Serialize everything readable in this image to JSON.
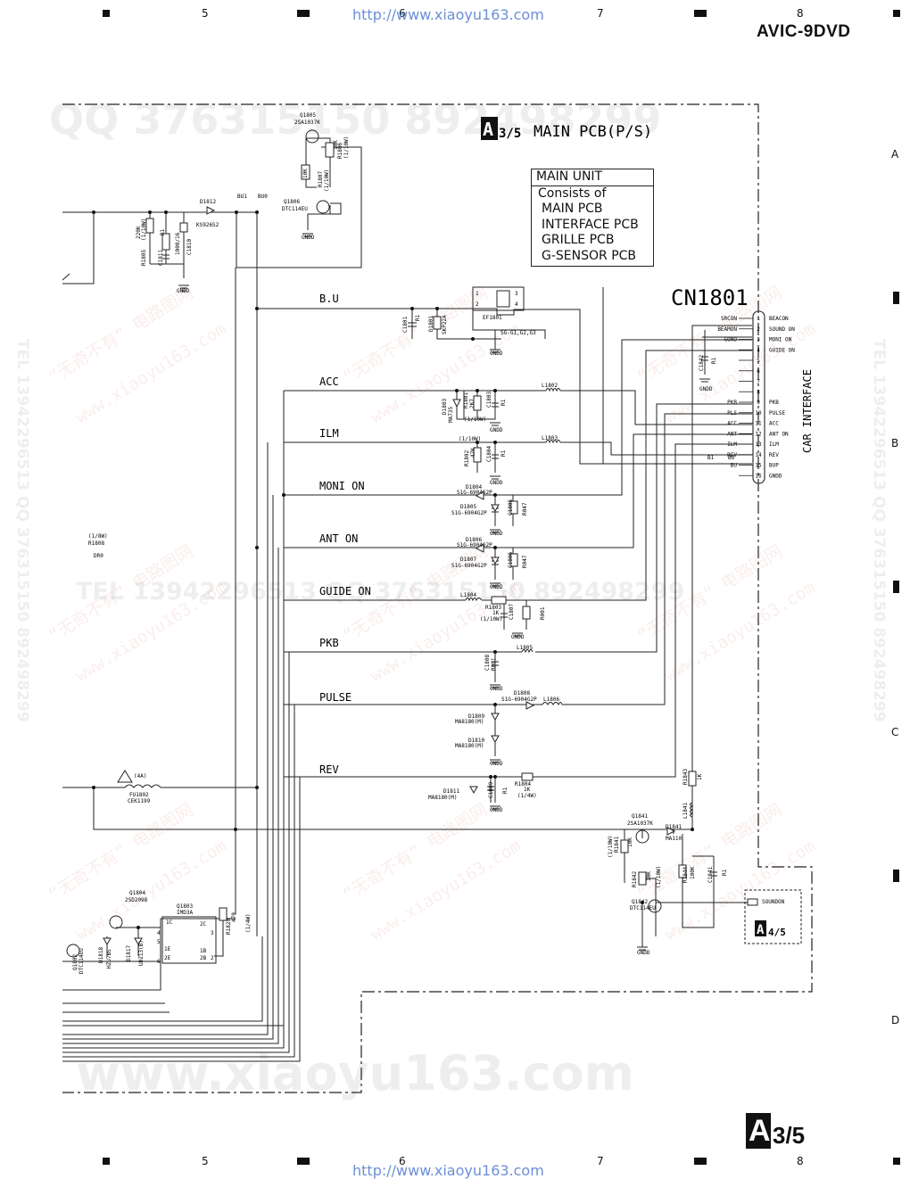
{
  "header": {
    "columns": [
      "5",
      "6",
      "7",
      "8"
    ],
    "url": "http://www.xiaoyu163.com",
    "model": "AVIC-9DVD"
  },
  "rows": [
    "A",
    "B",
    "C",
    "D"
  ],
  "block": {
    "badge": "A",
    "fraction": "3/5",
    "title": "MAIN PCB(P/S)"
  },
  "unit_box": {
    "heading": "MAIN UNIT",
    "consists": "Consists of",
    "items": [
      "MAIN PCB",
      "INTERFACE PCB",
      "GRILLE PCB",
      "G-SENSOR PCB"
    ]
  },
  "connector": {
    "ref": "CN1801",
    "side_label": "CAR INTERFACE",
    "pins": [
      {
        "num": "1",
        "name": "BEACON",
        "net": "SRCON"
      },
      {
        "num": "2",
        "name": "SOUND ON",
        "net": "BEAMON"
      },
      {
        "num": "3",
        "name": "MONI ON",
        "net": "GONO"
      },
      {
        "num": "4",
        "name": "GUIDE ON",
        "net": ""
      },
      {
        "num": "5",
        "name": "",
        "net": ""
      },
      {
        "num": "6",
        "name": "",
        "net": ""
      },
      {
        "num": "7",
        "name": "",
        "net": ""
      },
      {
        "num": "8",
        "name": "",
        "net": ""
      },
      {
        "num": "9",
        "name": "PKB",
        "net": "PKB"
      },
      {
        "num": "10",
        "name": "PULSE",
        "net": "PLS"
      },
      {
        "num": "11",
        "name": "ACC",
        "net": "ACC"
      },
      {
        "num": "12",
        "name": "ANT ON",
        "net": "ANT"
      },
      {
        "num": "13",
        "name": "ILM",
        "net": "ILM"
      },
      {
        "num": "14",
        "name": "REV",
        "net": "REV"
      },
      {
        "num": "15",
        "name": "BUP",
        "net": "BU"
      },
      {
        "num": "16",
        "name": "GNDD",
        "net": ""
      }
    ]
  },
  "nets": [
    "B.U",
    "ACC",
    "ILM",
    "MONI ON",
    "ANT ON",
    "GUIDE ON",
    "PKB",
    "PULSE",
    "REV"
  ],
  "components": {
    "q1805": [
      "Q1805",
      "2SA1037K"
    ],
    "r1806": [
      "R1806",
      "10K",
      "(1/10W)"
    ],
    "r1807": [
      "R1807",
      "10K",
      "(1/10W)"
    ],
    "q1806": [
      "Q1806",
      "DTC114EU"
    ],
    "d1812": [
      "D1812",
      "KS926S2"
    ],
    "bu1": "BU1",
    "bu0": "BU0",
    "r1805": [
      "R1805",
      "220K",
      "(1/10W)"
    ],
    "c1811": [
      "C1811",
      "R1"
    ],
    "c1810": [
      "C1810",
      "1000/16"
    ],
    "ef1801": "EF1801",
    "ef_pins": [
      "1",
      "2",
      "3",
      "4"
    ],
    "c1801": [
      "C1801",
      "R1"
    ],
    "d1801": [
      "D1801",
      "SKP22A"
    ],
    "ground_net": "SG-G1,G2,G3",
    "c1842": [
      "C1842",
      "R1"
    ],
    "d1803": [
      "D1803",
      "MA735"
    ],
    "r1801": [
      "R1801",
      "2K7",
      "(1/10W)"
    ],
    "c1803": [
      "C1803",
      "R1"
    ],
    "l1802": "L1802",
    "r1802": [
      "R1802",
      "47K",
      "(1/10W)"
    ],
    "c1804": [
      "C1804",
      "R1"
    ],
    "l1803": "L1803",
    "d1804": [
      "D1804",
      "S1G-6904G2P"
    ],
    "d1805": [
      "D1805",
      "S1G-6904G2P"
    ],
    "c1805": [
      "C1805",
      "R047"
    ],
    "r1808": [
      "(1/8W)",
      "R1808",
      "DR0"
    ],
    "d1806": [
      "D1806",
      "S1G-6904G2P"
    ],
    "d1807": [
      "D1807",
      "S1G-6904G2P"
    ],
    "c1806": [
      "C1806",
      "R047"
    ],
    "l1804": "L1804",
    "r1803": [
      "R1803",
      "1K",
      "(1/10W)"
    ],
    "c1807": [
      "C1807",
      "R001"
    ],
    "c1808": [
      "C1808",
      "R001"
    ],
    "l1805": "L1805",
    "d1808": [
      "D1808",
      "S1G-6904G2P"
    ],
    "l1806": "L1806",
    "d1809": [
      "D1809",
      "MA8180(M)"
    ],
    "d1810": [
      "D1810",
      "MA8180(M)"
    ],
    "fu1802": [
      "(4A)",
      "FU1802",
      "CEK1199"
    ],
    "d1811": [
      "D1811",
      "MA8180(M)"
    ],
    "c1809": [
      "C1809",
      "R1"
    ],
    "r1804": [
      "R1804",
      "1K",
      "(1/4W)"
    ],
    "r1843": [
      "R1843",
      "1K"
    ],
    "l1841": "L1841",
    "q1841": [
      "Q1841",
      "2SA1037K"
    ],
    "d1841": [
      "D1841",
      "MA110"
    ],
    "r1841": [
      "R1841",
      "10K",
      "(1/10W)"
    ],
    "r1842": [
      "R1842",
      "10K",
      "(1/10W)"
    ],
    "r1844": [
      "R1844",
      "100K"
    ],
    "c1841": [
      "C1841",
      "R1"
    ],
    "q1842": [
      "Q1842",
      "DTC114EU"
    ],
    "soundon": "SOUNDON",
    "q1804": [
      "Q1804",
      "2SD2098"
    ],
    "q1803": [
      "Q1803",
      "IMD3A"
    ],
    "q1803_pins": [
      "1C",
      "4",
      "5",
      "3",
      "6",
      "2E",
      "1B",
      "2B",
      "2C",
      "1E",
      "2"
    ],
    "r1820": [
      "R1820",
      "470",
      "(1/4W)"
    ],
    "d1818": [
      "D1818",
      "HZU7BS"
    ],
    "d1817": [
      "D1817",
      "UDZ13(B)"
    ],
    "q1802": [
      "Q1802",
      "DTC114EU"
    ],
    "gndd": "GNDD",
    "bo": "BO",
    "b1": "B1"
  },
  "sub_ref": {
    "badge": "A",
    "fraction": "4/5"
  },
  "footer": {
    "badge": "A",
    "fraction": "3/5"
  },
  "watermarks": {
    "qq": "QQ 376315150  892498299",
    "tel": "TEL 13942296513  QQ 376315150  892498299",
    "cn": "“无奇不有” 电路图网",
    "site": "www.xiaoyu163.com",
    "big": "www.xiaoyu163.com",
    "side_right": "TEL 13942296513  QQ 376315150  892498299",
    "side_left": "TEL 13942296513  QQ 376315150  892498299"
  }
}
